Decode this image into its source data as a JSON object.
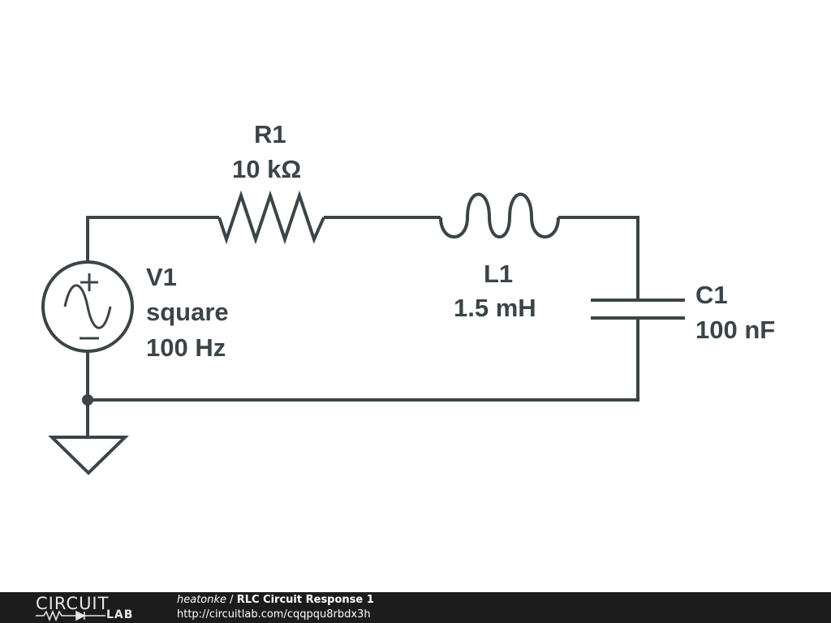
{
  "components": {
    "r1": {
      "name": "R1",
      "value": "10 kΩ"
    },
    "l1": {
      "name": "L1",
      "value": "1.5 mH"
    },
    "c1": {
      "name": "C1",
      "value": "100 nF"
    },
    "v1": {
      "name": "V1",
      "type": "square",
      "frequency": "100 Hz"
    }
  },
  "footer": {
    "logo_top": "CIRCUIT",
    "logo_bottom": "LAB",
    "author": "heatonke",
    "separator": " / ",
    "title": "RLC Circuit Response 1",
    "url": "http://circuitlab.com/cqqpqu8rbdx3h"
  },
  "colors": {
    "wire": "#3b4448",
    "footer_bg": "#1c1c1c",
    "footer_text": "#ffffff"
  }
}
